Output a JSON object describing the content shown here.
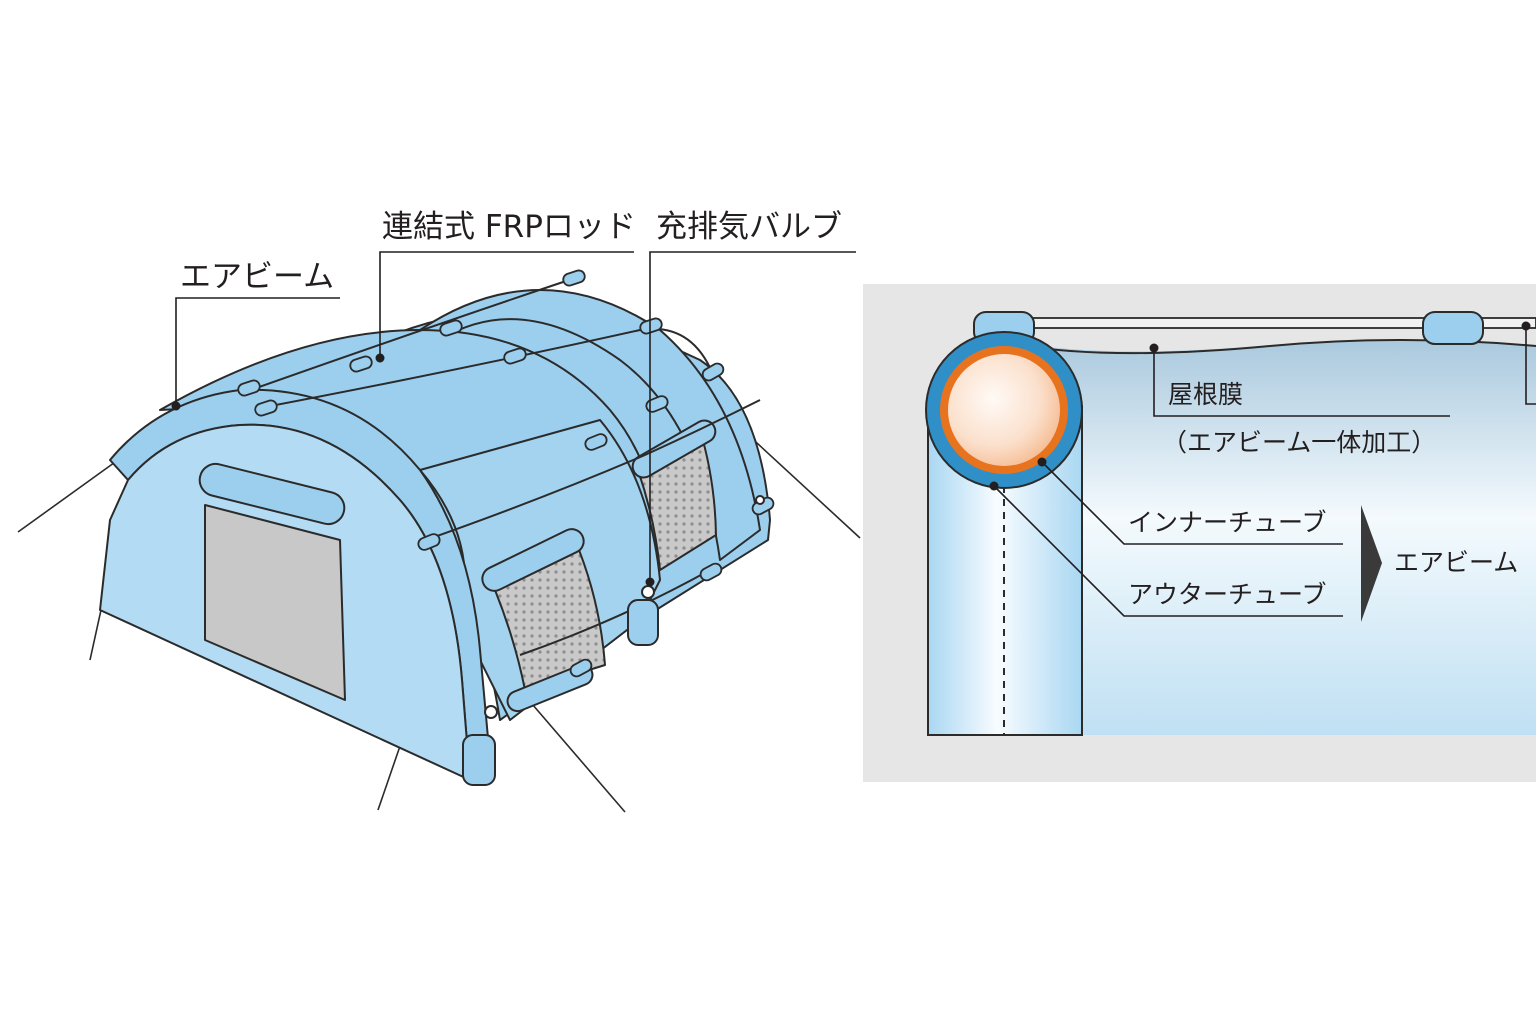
{
  "tent_view": {
    "labels": {
      "air_beam": "エアビーム",
      "frp_rod": "連結式 FRPロッド",
      "valve": "充排気バルブ"
    }
  },
  "section_view": {
    "labels": {
      "roof_membrane": "屋根膜",
      "roof_membrane_note": "（エアビーム一体加工）",
      "inner_tube": "インナーチューブ",
      "outer_tube": "アウターチューブ",
      "air_beam": "エアビーム"
    }
  },
  "colors": {
    "tent_fill": "#9ccfee",
    "tent_line": "#2b2b2b",
    "panel_bg": "#e6e6e6",
    "outer_tube": "#2f8fc6",
    "inner_tube": "#e8731f",
    "air_core": "#fbe2cf",
    "door": "#c8c8c8",
    "mesh": "#bdbdbd"
  }
}
